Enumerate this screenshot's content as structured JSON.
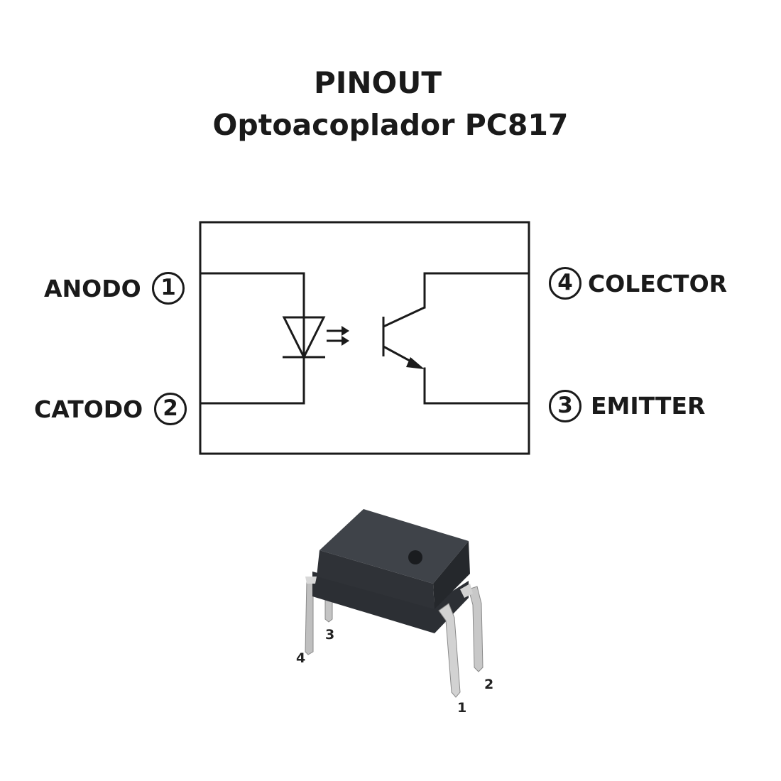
{
  "title": "PINOUT",
  "subtitle": "Optoacoplador PC817",
  "pins": [
    {
      "number": "1",
      "name": "ANODO"
    },
    {
      "number": "2",
      "name": "CATODO"
    },
    {
      "number": "3",
      "name": "EMITTER"
    },
    {
      "number": "4",
      "name": "COLECTOR"
    }
  ],
  "package_leg_labels": [
    "4",
    "3",
    "2",
    "1"
  ],
  "colors": {
    "line": "#1a1a1a",
    "package_body": "#3a3d42",
    "leg": "#c9c9c9"
  }
}
